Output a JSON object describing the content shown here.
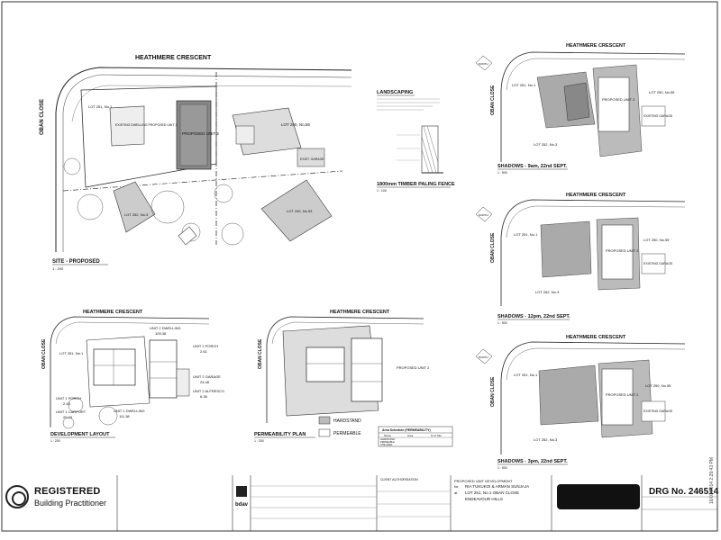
{
  "site": {
    "street_top": "HEATHMERE CRESCENT",
    "street_side": "OBAN CLOSE",
    "title": "SITE - PROPOSED",
    "scale": "1 : 200",
    "lot_251": "LOT 251, No.1",
    "proposed_unit2": "PROPOSED UNIT 2",
    "lot_250": "LOT 250, No.55",
    "lot_252": "LOT 252, No.3",
    "lot_249": "LOT 249, No.53",
    "existing_garage": "EXIST. GARAGE",
    "existing_dwelling": "EXISTING DWELLING PROPOSED UNIT 1"
  },
  "landscaping": {
    "title": "LANDSCAPING",
    "fence_title": "1800mm TIMBER PALING FENCE",
    "fence_scale": "1 : 100"
  },
  "shadows": [
    {
      "title": "SHADOWS - 9am, 22nd SEPT.",
      "scale": "1 : 500"
    },
    {
      "title": "SHADOWS - 12pm, 22nd SEPT.",
      "scale": "1 : 500"
    },
    {
      "title": "SHADOWS - 3pm, 22nd SEPT.",
      "scale": "1 : 500"
    }
  ],
  "shadow_labels": {
    "street_top": "HEATHMERE CRESCENT",
    "street_side": "OBAN CLOSE",
    "lot_251": "LOT 251, No.1",
    "lot_250": "LOT 250, No.55",
    "lot_252": "LOT 252, No.3",
    "proposed_unit2": "PROPOSED UNIT 2",
    "existing_garage": "EXISTING GARAGE",
    "north": "NORTH"
  },
  "development": {
    "street_top": "HEATHMERE CRESCENT",
    "street_side": "OBAN CLOSE",
    "title": "DEVELOPMENT LAYOUT",
    "scale": "1 : 200",
    "lot_251": "LOT 251, No.1",
    "unit2_dwelling": "UNIT 2 DWELLING",
    "unit2_dwelling_area": "109.38",
    "unit2_porch": "UNIT 2 PORCH",
    "unit2_porch_area": "2.61",
    "unit2_garage": "UNIT 2 GARAGE",
    "unit2_garage_area": "24.48",
    "unit2_alfresco": "UNIT 2 ALFRESCO",
    "unit2_alfresco_area": "6.38",
    "unit1_porch": "UNIT 1 PORCH",
    "unit1_porch_area": "2.43",
    "unit1_carport": "UNIT 1 CARPORT",
    "unit1_carport_area": "20.43",
    "unit1_dwelling": "UNIT 1 DWELLING",
    "unit1_dwelling_area": "111.38"
  },
  "permeability": {
    "street_top": "HEATHMERE CRESCENT",
    "street_side": "OBAN CLOSE",
    "title": "PERMEABILITY PLAN",
    "scale": "1 : 200",
    "legend_hardstand": "HARDSTAND",
    "legend_permeable": "PERMEABLE",
    "table_title": "Area Schedule (PERMEABILITY)",
    "table_headers": [
      "Name",
      "Area",
      "% of Site"
    ],
    "table_rows": [
      [
        "HARDSTAND",
        "",
        ""
      ],
      [
        "PERMEABLE",
        "",
        ""
      ],
      [
        "SITE AREA",
        "",
        ""
      ]
    ],
    "proposed_unit2": "PROPOSED UNIT 2"
  },
  "title_block": {
    "reg_line1": "REGISTERED",
    "reg_line2": "Building Practitioner",
    "firm": "bdav",
    "client_title": "CLIENT AUTHORISATION",
    "project_line1": "PROPOSED UNIT DEVELOPMENT",
    "project_for": "for",
    "project_line2": "RIA TUKUKOI & ARMAN SUNJAJA",
    "project_at": "at",
    "project_line3": "LOT 251, No.1 OBAN CLOSE",
    "project_line4": "ENDEAVOUR HILLS",
    "drg_label": "DRG No.",
    "drg_number": "246514",
    "stamp": "16/07/2014 2:29:43 PM"
  }
}
